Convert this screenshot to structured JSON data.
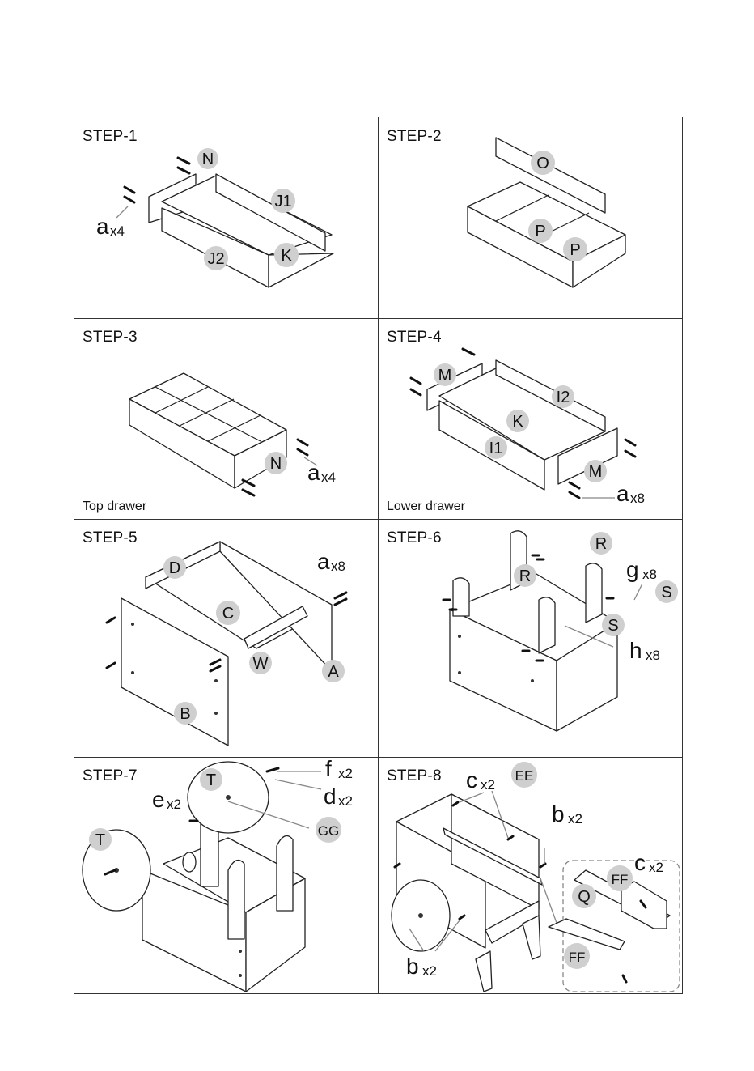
{
  "steps": [
    {
      "title": "STEP-1",
      "caption": "",
      "parts": [
        "N",
        "J1",
        "J2",
        "K"
      ],
      "hardware": [
        {
          "letter": "a",
          "qty": "x4"
        }
      ]
    },
    {
      "title": "STEP-2",
      "caption": "",
      "parts": [
        "O",
        "P",
        "P"
      ],
      "hardware": []
    },
    {
      "title": "STEP-3",
      "caption": "Top drawer",
      "parts": [
        "N"
      ],
      "hardware": [
        {
          "letter": "a",
          "qty": "x4"
        }
      ]
    },
    {
      "title": "STEP-4",
      "caption": "Lower drawer",
      "parts": [
        "M",
        "I2",
        "K",
        "I1",
        "M"
      ],
      "hardware": [
        {
          "letter": "a",
          "qty": "x8"
        }
      ]
    },
    {
      "title": "STEP-5",
      "caption": "",
      "parts": [
        "D",
        "C",
        "W",
        "A",
        "B"
      ],
      "hardware": [
        {
          "letter": "a",
          "qty": "x8"
        }
      ]
    },
    {
      "title": "STEP-6",
      "caption": "",
      "parts": [
        "R",
        "R",
        "S",
        "S"
      ],
      "hardware": [
        {
          "letter": "g",
          "qty": "x8"
        },
        {
          "letter": "h",
          "qty": "x8"
        }
      ]
    },
    {
      "title": "STEP-7",
      "caption": "",
      "parts": [
        "T",
        "T",
        "GG"
      ],
      "hardware": [
        {
          "letter": "f",
          "qty": "x2"
        },
        {
          "letter": "d",
          "qty": "x2"
        },
        {
          "letter": "e",
          "qty": "x2"
        }
      ]
    },
    {
      "title": "STEP-8",
      "caption": "",
      "parts": [
        "EE",
        "FF",
        "Q",
        "FF"
      ],
      "hardware": [
        {
          "letter": "c",
          "qty": "x2"
        },
        {
          "letter": "b",
          "qty": "x2"
        },
        {
          "letter": "c",
          "qty": "x2"
        },
        {
          "letter": "b",
          "qty": "x2"
        }
      ]
    }
  ]
}
